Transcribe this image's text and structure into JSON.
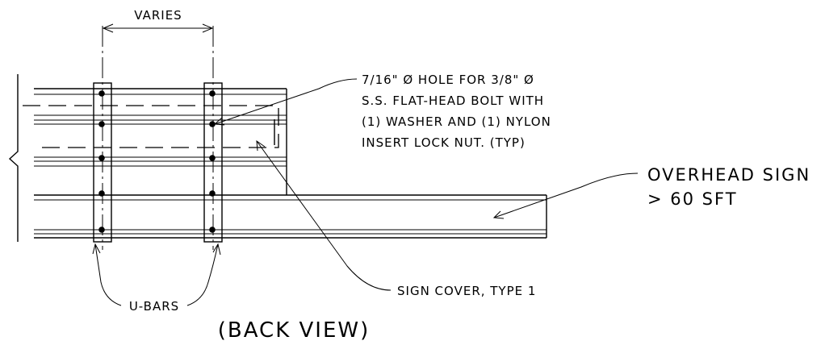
{
  "dimension": {
    "label": "VARIES"
  },
  "callouts": {
    "hole_note": [
      "7/16\" Ø HOLE FOR 3/8\" Ø",
      "S.S. FLAT-HEAD BOLT WITH",
      "(1) WASHER AND (1) NYLON",
      "INSERT LOCK NUT. (TYP)"
    ],
    "overhead_sign": [
      "OVERHEAD SIGN",
      "> 60 SFT"
    ],
    "sign_cover": "SIGN COVER, TYPE 1",
    "u_bars": "U-BARS"
  },
  "view_title": "(BACK VIEW)"
}
